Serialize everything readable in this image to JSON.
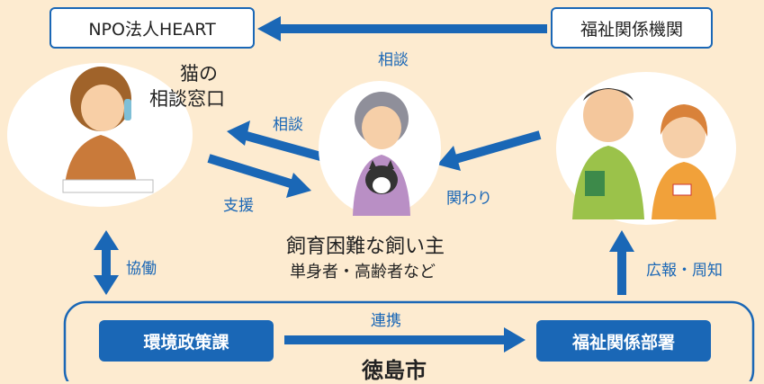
{
  "nodes": {
    "npo": "NPO法人HEART",
    "welfare_agency": "福祉関係機関",
    "env_section": "環境政策課",
    "welfare_dept": "福祉関係部署",
    "city": "徳島市"
  },
  "text": {
    "cat_consult_line1": "猫の",
    "cat_consult_line2": "相談窓口",
    "owner_title": "飼育困難な飼い主",
    "owner_sub": "単身者・高齢者など"
  },
  "edges": {
    "consult_top": "相談",
    "consult_left": "相談",
    "support": "支援",
    "involve": "関わり",
    "cooperate": "協働",
    "publicize": "広報・周知",
    "liaison": "連携"
  },
  "colors": {
    "accent": "#1a67b6",
    "background": "#fdebd0"
  }
}
